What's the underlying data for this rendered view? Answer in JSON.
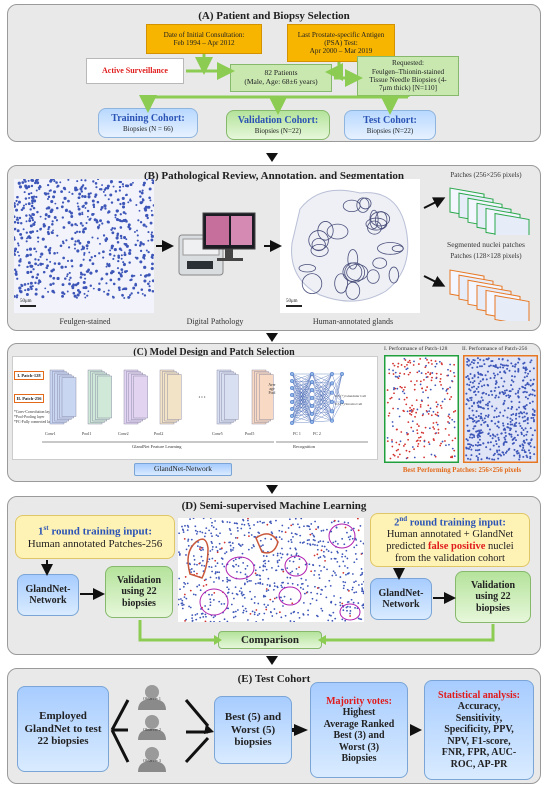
{
  "panels": {
    "a_title": "(A) Patient and Biopsy Selection",
    "b_title": "(B) Pathological Review, Annotation, and Segmentation",
    "c_title": "(C) Model Design and Patch Selection",
    "d_title": "(D) Semi-supervised Machine Learning",
    "e_title": "(E) Test Cohort"
  },
  "a": {
    "consult_line1": "Date of Initial Consultation:",
    "consult_line2": "Feb 1994 – Apr 2012",
    "psa_line1": "Last Prostate-specific Antigen",
    "psa_line2": "(PSA) Test:",
    "psa_line3": "Apr 2000 – Mar 2019",
    "active": "Active Surveillance",
    "patients_line1": "82 Patients",
    "patients_line2": "(Male, Age: 68±6 years)",
    "req_line1": "Requested:",
    "req_line2": "Feulgen–Thionin-stained",
    "req_line3": "Tissue Needle Biopsies (4-",
    "req_line4": "7μm thick) [N=110]",
    "train_title": "Training Cohort:",
    "train_sub": "Biopsies (N = 66)",
    "val_title": "Validation Cohort:",
    "val_sub": "Biopsies (N=22)",
    "test_title": "Test Cohort:",
    "test_sub": "Biopsies (N=22)"
  },
  "b": {
    "feulgen": "Feulgen-stained",
    "digital": "Digital Pathology",
    "glands": "Human-annotated glands",
    "patches256": "Patches (256×256 pixels)",
    "segmented": "Segmented nuclei patches",
    "patches128": "Patches (128×128 pixels)",
    "scale1": "50μm",
    "scale2": "50μm"
  },
  "c": {
    "patch128": "I. Patch-128",
    "patch256": "II. Patch-256",
    "legend1": "*Conv-Convolution layer",
    "legend2": "*Pool-Pooling layer",
    "legend3": "*FC-Fully connected layer",
    "conv1": "Conv1",
    "pool1": "Pool1",
    "conv2": "Conv2",
    "pool2": "Pool2",
    "conv5": "Conv5",
    "pool5": "Pool5",
    "fc1": "FC 1",
    "fc2": "FC 2",
    "avgpool": "Average Pool",
    "out1": "0.5 (+) Glandular Cell",
    "out2": "0.5 (+) Stroma Cell",
    "feature": "GlandNet Feature Learning",
    "recognition": "Recognition",
    "network": "GlandNet-Network",
    "perf128": "I. Performance of Patch-128",
    "perf256": "II. Performance of Patch-256",
    "best": "Best Performing Patches: 256×256 pixels"
  },
  "d": {
    "round1_sup": "st",
    "round1_num": "1",
    "round1_rest": " round training input:",
    "round1_body": "Human annotated Patches-256",
    "round2_sup": "nd",
    "round2_num": "2",
    "round2_rest": " round training input:",
    "round2_body1": "Human annotated + GlandNet",
    "round2_body2a": "predicted ",
    "round2_fp": "false positive",
    "round2_body2b": " nuclei",
    "round2_body3": "from the validation cohort",
    "net_left1": "GlandNet-",
    "net_left2": "Network",
    "val_left1": "Validation",
    "val_left2": "using  22",
    "val_left3": "biopsies",
    "net_right1": "GlandNet-",
    "net_right2": "Network",
    "val_right1": "Validation",
    "val_right2": "using 22",
    "val_right3": "biopsies",
    "comparison": "Comparison"
  },
  "e": {
    "employed1": "Employed",
    "employed2": "GlandNet to test",
    "employed3": "22 biopsies",
    "observer1": "Observer 1",
    "observer2": "Observer 2",
    "observer3": "Observer 3",
    "best1": "Best (5) and",
    "best2": "Worst (5)",
    "best3": "biopsies",
    "majority": "Majority votes:",
    "maj2": "Highest",
    "maj3": "Average Ranked",
    "maj4": "Best (3) and",
    "maj5": "Worst (3)",
    "maj6": "Biopsies",
    "stat": "Statistical analysis:",
    "stat2": "Accuracy,",
    "stat3": "Sensitivity,",
    "stat4": "Specificity, PPV,",
    "stat5": "NPV, F1-score,",
    "stat6": "FNR, FPR, AUC-",
    "stat7": "ROC, AP-PR"
  },
  "colors": {
    "orange": "#f8b500",
    "green_arrow": "#8ccc53",
    "red_text": "#e01b1b",
    "blue_text": "#2a53b5",
    "purple": "#b01fb0"
  }
}
